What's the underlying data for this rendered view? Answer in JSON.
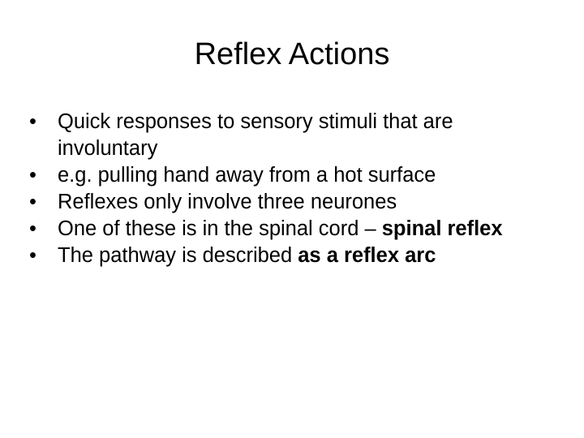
{
  "slide": {
    "title": "Reflex Actions",
    "bullet_symbol": "•",
    "bullets": [
      {
        "text": "Quick responses to sensory stimuli that are involuntary"
      },
      {
        "text": "e.g. pulling hand away from a hot surface"
      },
      {
        "text": "Reflexes only involve three neurones"
      },
      {
        "text_before": "One of these is in the spinal cord – ",
        "bold": "spinal reflex"
      },
      {
        "text_before": "The pathway is described ",
        "bold": "as a reflex arc"
      }
    ]
  }
}
